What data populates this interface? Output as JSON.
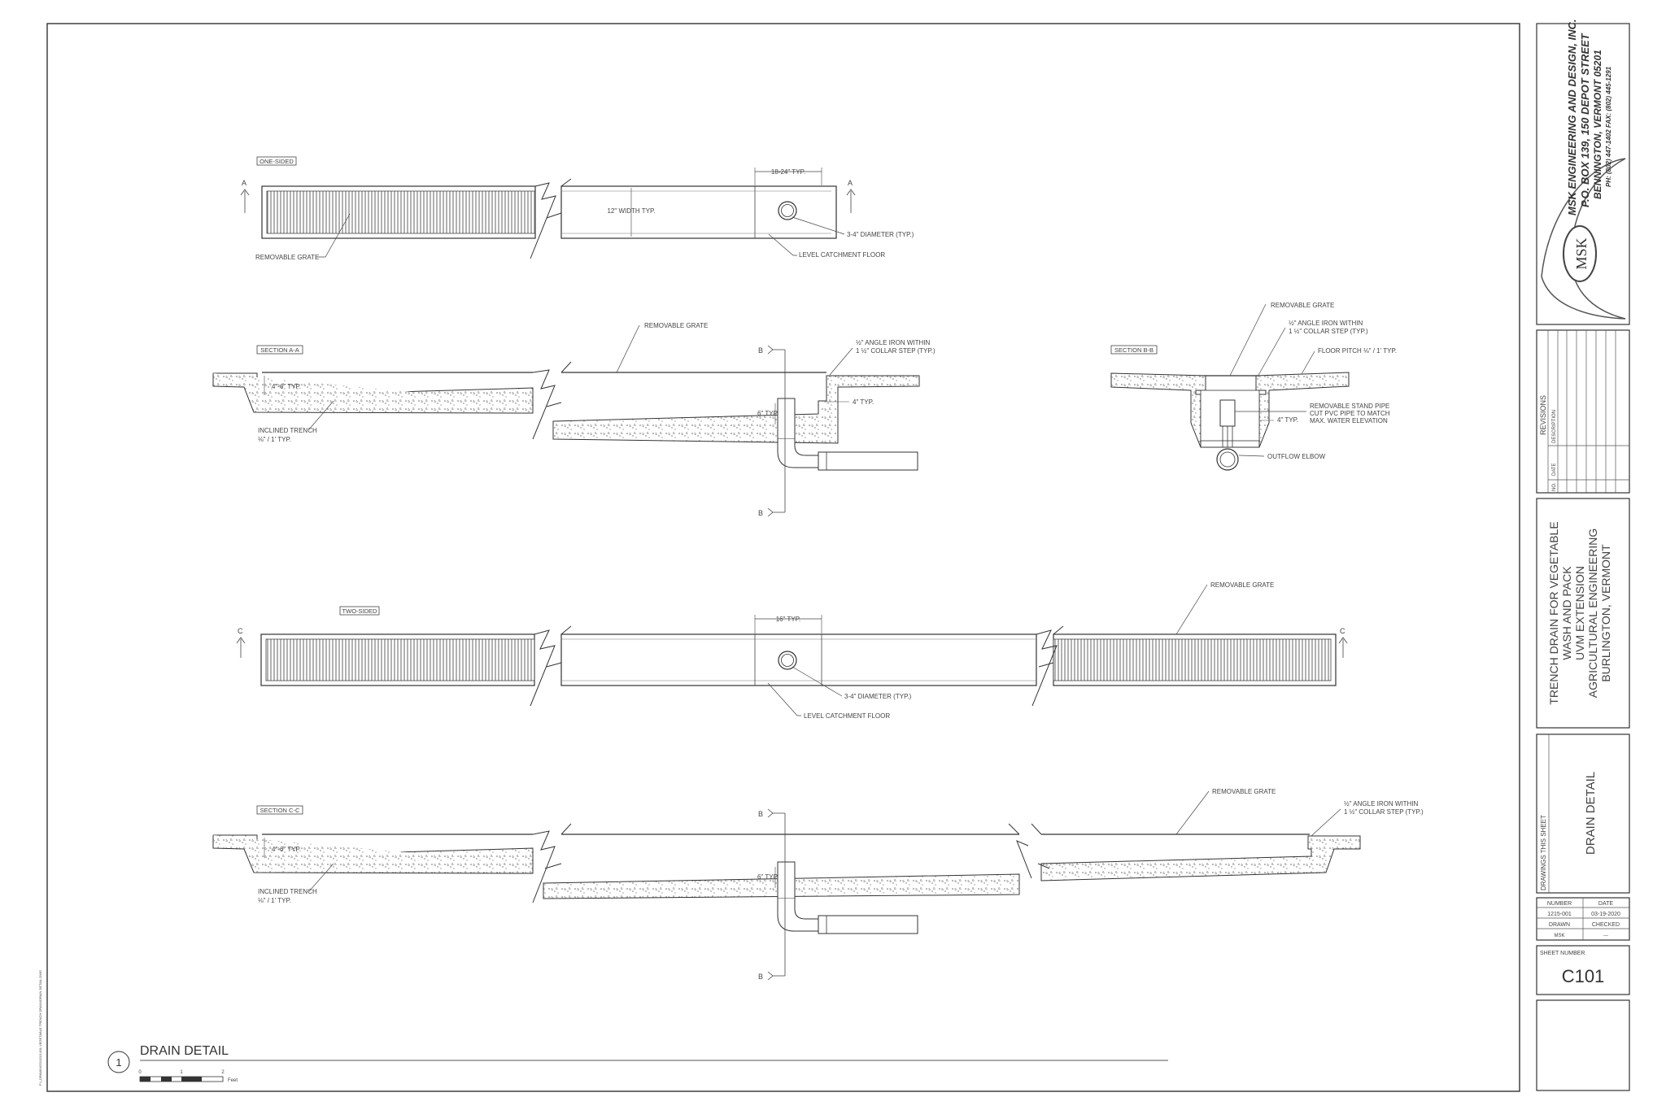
{
  "company": {
    "name": "MSK ENGINEERING AND DESIGN, INC.",
    "address1": "P.O. BOX 139, 150 DEPOT STREET",
    "address2": "BENNINGTON, VERMONT 05201",
    "phone": "PH: (802) 447-1402  FAX: (802) 445-1291",
    "logo": "MSK"
  },
  "revisions": {
    "title": "REVISIONS",
    "col_no": "NO.",
    "col_date": "DATE",
    "col_desc": "DESCRIPTION"
  },
  "project": {
    "line1": "TRENCH DRAIN FOR VEGETABLE",
    "line2": "WASH AND PACK",
    "line3": "UVM EXTENSION",
    "line4": "AGRICULTURAL ENGINEERING",
    "line5": "BURLINGTON, VERMONT"
  },
  "sheet_title": {
    "label": "DRAWINGS THIS SHEET",
    "value": "DRAIN DETAIL"
  },
  "meta": {
    "number_label": "NUMBER",
    "number_value": "1215-001",
    "date_label": "DATE",
    "date_value": "03-19-2020",
    "drawn_label": "DRAWN",
    "drawn_value": "MSK",
    "checked_label": "CHECKED",
    "checked_value": "---",
    "sheet_number_label": "SHEET NUMBER",
    "sheet_number": "C101"
  },
  "detail": {
    "number": "1",
    "title": "DRAIN DETAIL",
    "scale_unit": "Feet",
    "scale_ticks": [
      "0",
      "1",
      "2"
    ]
  },
  "side_note": "P:\\_DRAWINGS\\1215-001 VEGETABLE TRENCH DRAIN\\DRAIN DETAIL.DWG",
  "one_sided": {
    "tag": "ONE-SIDED",
    "dim_top": "18-24\" TYP.",
    "width": "12\" WIDTH TYP.",
    "diameter": "3-4\" DIAMETER (TYP.)",
    "floor": "LEVEL CATCHMENT FLOOR",
    "grate": "REMOVABLE GRATE",
    "cut": "A"
  },
  "section_aa": {
    "tag": "SECTION A-A",
    "grate": "REMOVABLE GRATE",
    "angle1": "½\" ANGLE IRON WITHIN",
    "angle2": "1 ½\" COLLAR STEP (TYP.)",
    "depth": "4\"-6\" TYP.",
    "incl1": "INCLINED TRENCH",
    "incl2": "⅛\" / 1' TYP.",
    "six": "6\" TYP.",
    "four": "4\" TYP.",
    "cut": "B"
  },
  "section_bb": {
    "tag": "SECTION B-B",
    "grate": "REMOVABLE GRATE",
    "angle1": "½\" ANGLE IRON WITHIN",
    "angle2": "1 ½\" COLLAR STEP (TYP.)",
    "floor": "FLOOR PITCH ⅛\" / 1' TYP.",
    "stand1": "REMOVABLE STAND PIPE",
    "stand2": "CUT PVC PIPE TO MATCH",
    "stand3": "MAX. WATER ELEVATION",
    "four": "4\" TYP.",
    "elbow": "OUTFLOW ELBOW"
  },
  "two_sided": {
    "tag": "TWO-SIDED",
    "dim_top": "16\" TYP.",
    "diameter": "3-4\" DIAMETER (TYP.)",
    "floor": "LEVEL CATCHMENT FLOOR",
    "grate": "REMOVABLE GRATE",
    "cut": "C"
  },
  "section_cc": {
    "tag": "SECTION C-C",
    "grate": "REMOVABLE GRATE",
    "angle1": "½\" ANGLE IRON WITHIN",
    "angle2": "1 ½\" COLLAR STEP (TYP.)",
    "depth": "4\"-6\" TYP.",
    "incl1": "INCLINED TRENCH",
    "incl2": "⅛\" / 1' TYP.",
    "six": "6\" TYP.",
    "cut": "B"
  }
}
